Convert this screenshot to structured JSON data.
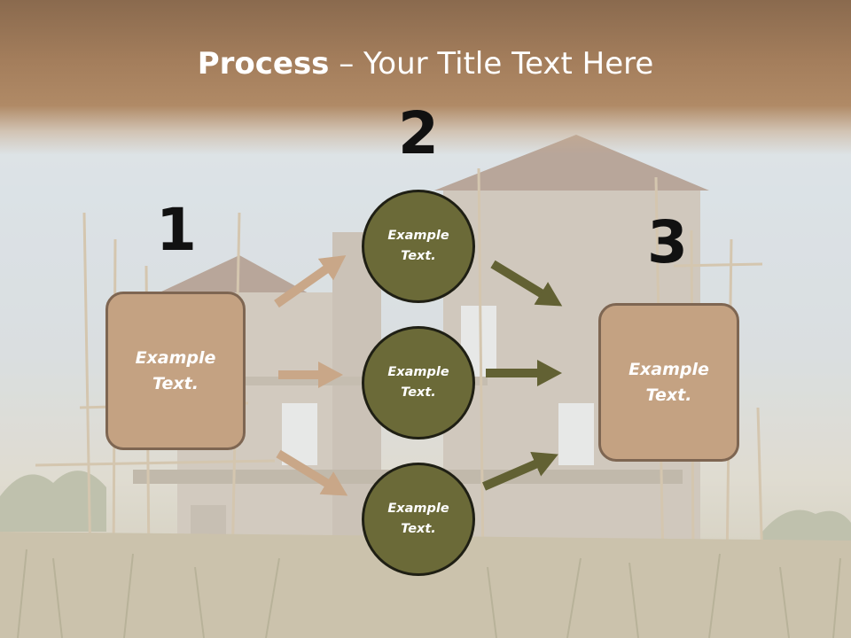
{
  "title": {
    "bold": "Process",
    "rest": " – Your Title Text Here"
  },
  "steps": {
    "one": "1",
    "two": "2",
    "three": "3"
  },
  "boxes": {
    "left": "Example Text.",
    "right": "Example Text."
  },
  "circles": {
    "top": "Example Text.",
    "middle": "Example Text.",
    "bottom": "Example Text."
  },
  "colors": {
    "box_fill": "#c4a282",
    "box_border": "#7e6652",
    "circle_fill": "#6b6a38",
    "arrow_tan": "#c9a788",
    "arrow_olive": "#626133",
    "title_band": "#a47e5c"
  }
}
